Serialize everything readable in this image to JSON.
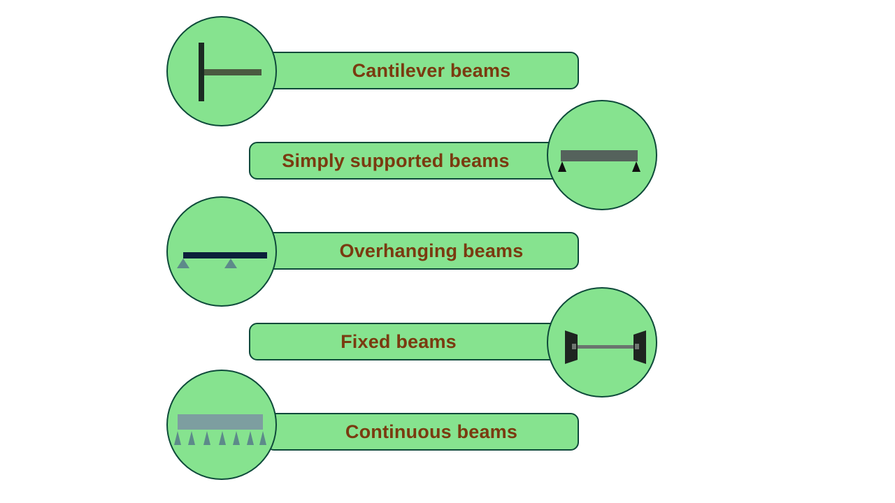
{
  "items": [
    {
      "label": "Cantilever beams",
      "icon": "cantilever-beam-icon"
    },
    {
      "label": "Simply supported beams",
      "icon": "simply-supported-beam-icon"
    },
    {
      "label": "Overhanging beams",
      "icon": "overhanging-beam-icon"
    },
    {
      "label": "Fixed beams",
      "icon": "fixed-beam-icon"
    },
    {
      "label": "Continuous beams",
      "icon": "continuous-beam-icon"
    }
  ],
  "colors": {
    "fill": "#86e38f",
    "border": "#0e4a3a",
    "label": "#7a3a10"
  }
}
